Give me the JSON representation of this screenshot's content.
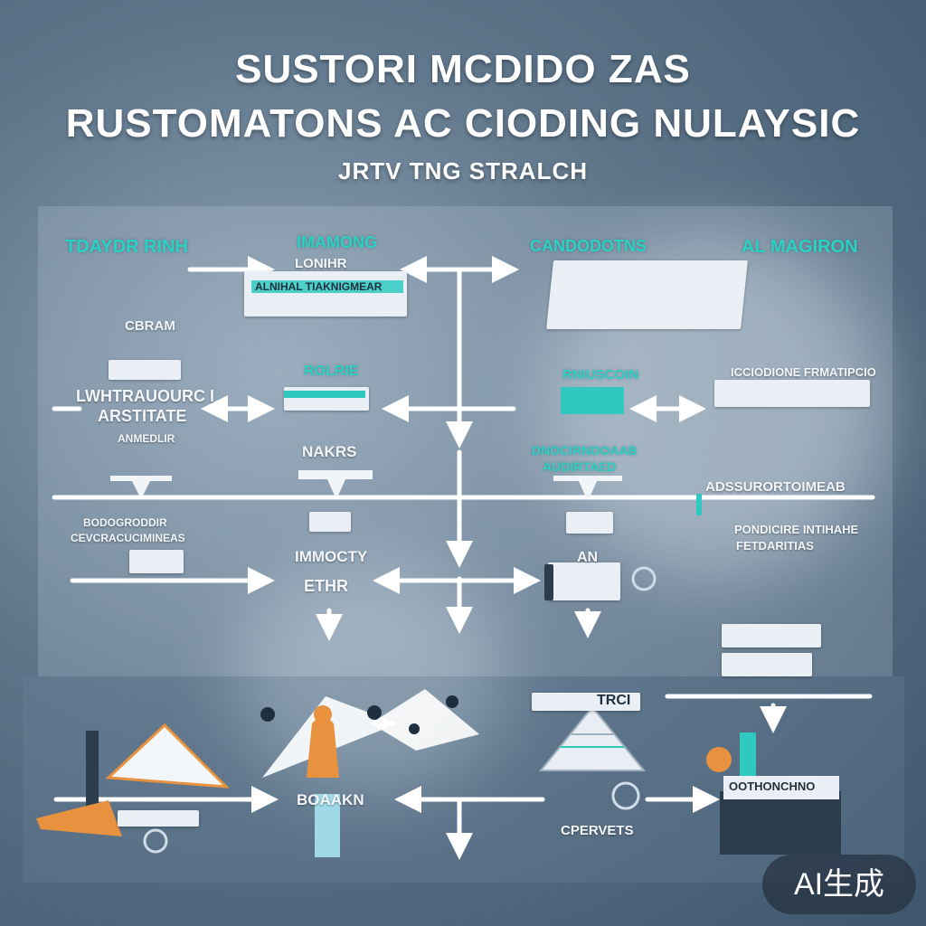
{
  "header": {
    "title_line1": "SUSTORI MCDIDO ZAS",
    "title_line2": "RUSTOMATONS AC CIODING NULAYSIC",
    "subtitle": "JRTV TNG STRALCH"
  },
  "nodes": {
    "top_left_heading": "TDAYDR RINH",
    "top_center_heading": "IMAMONG",
    "top_center_sub": "LONIHR",
    "top_center_bar": "ALNIHAL TIAKNIGMEAR",
    "top_right_heading": "CANDODOTNS",
    "far_right_heading": "AL MAGIRON",
    "left_item_small": "CBRAM",
    "middle_left_label_line1": "LWHTRAUOURC I",
    "middle_left_label_line2": "ARSTITATE",
    "middle_center_heading": "ROLRIE",
    "middle_right_heading": "RNIUSCOIN",
    "right_strip_label": "ICCIODIONE FRMATIPCIO",
    "left_small_tag": "ANMEDLIR",
    "center_lower_heading": "NAKRS",
    "right_center_heading": "DNOCIRNDOAAB",
    "right_center_sub": "AUDIRTAED",
    "right_long_label": "ADSSURORTOIMEAB",
    "left_lower_line1": "BODOGRODDIR",
    "left_lower_line2": "CEVCRACUCIMINEAS",
    "right_lower_line1": "PONDICIRE INTIHAHE",
    "right_lower_line2": "FETDARITIAS",
    "center_lower2_heading": "IMMOCTY",
    "center_lower2_sub": "ETHR",
    "right_mid_small": "AN",
    "bottom_right_top_label": "TRCI",
    "bottom_center_label": "BOAAKN",
    "bottom_right_label": "CPERVETS",
    "bottom_far_right_label": "OOTHONCHNO"
  },
  "watermark": {
    "text": "AI生成"
  },
  "colors": {
    "accent": "#28d2c6",
    "arrow": "#ffffff",
    "background": "#5d7489",
    "figure": "#e8913f"
  }
}
